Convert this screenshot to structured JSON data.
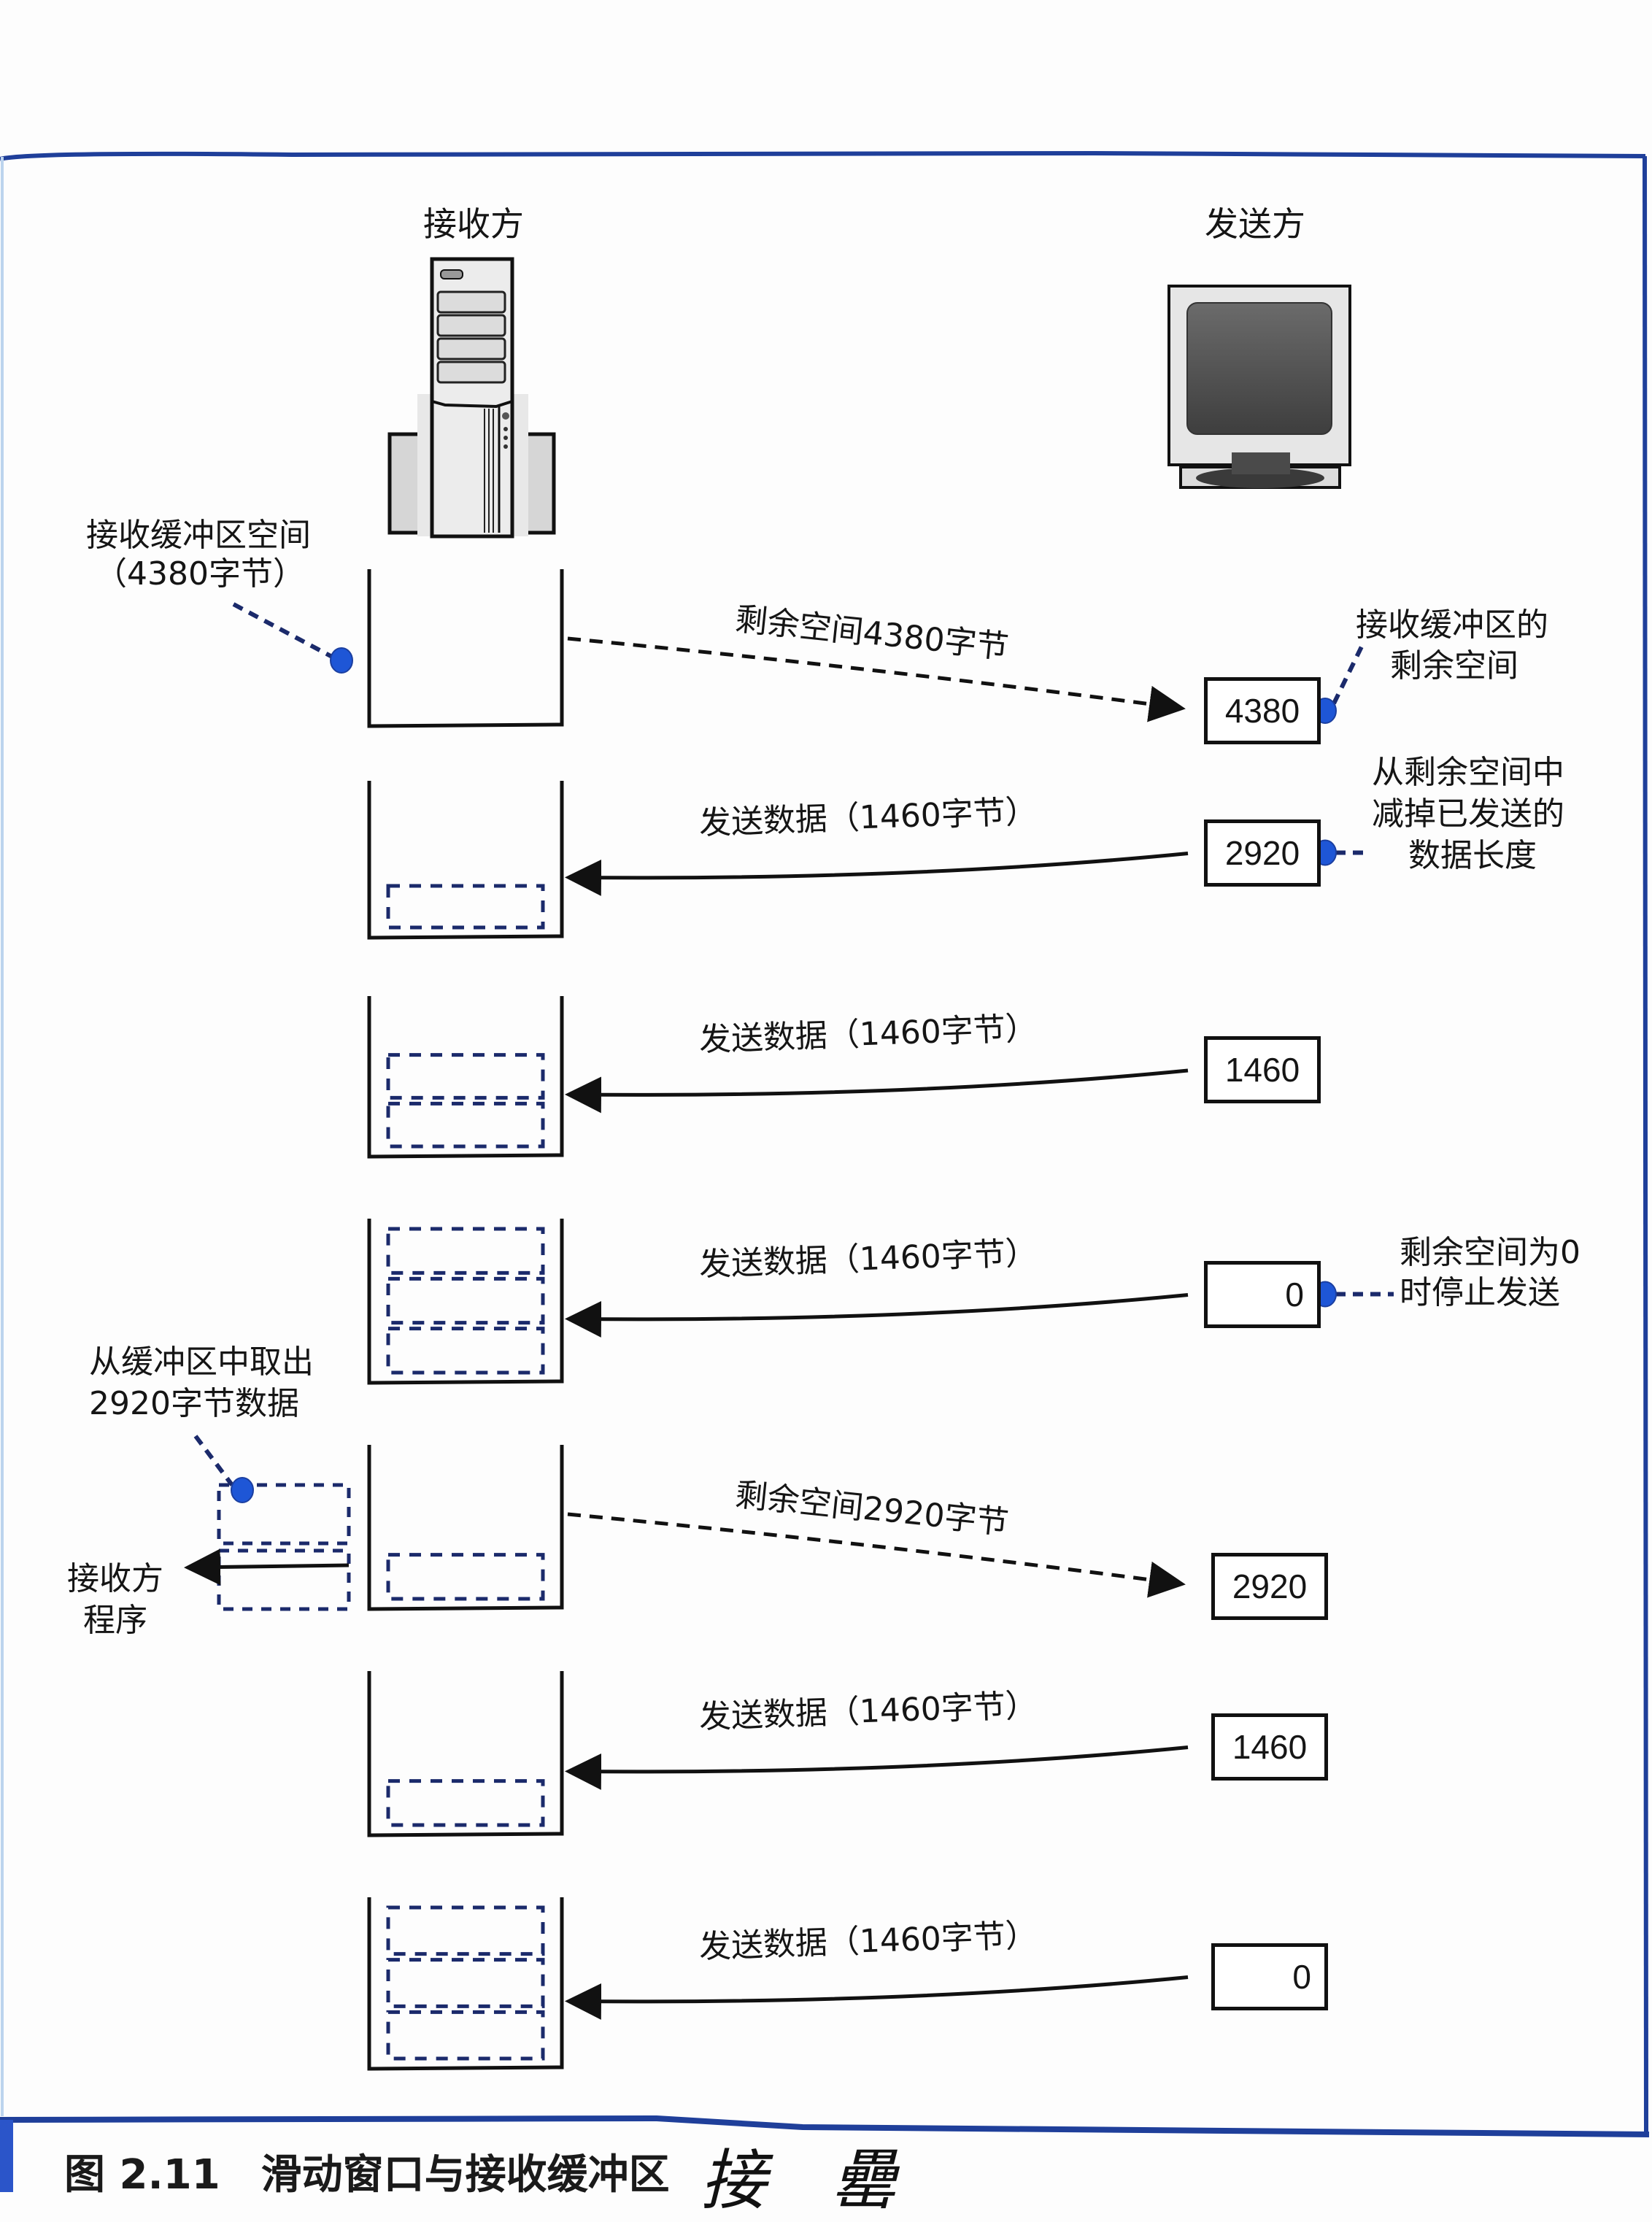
{
  "figure": {
    "caption_number": "图 2.11",
    "caption_title": "滑动窗口与接收缓冲区",
    "handwritten_note": "接 罍",
    "border_color": "#1f3f9a",
    "accent_color": "#1e56d6",
    "dash_color": "#1b2a6b"
  },
  "receiver": {
    "title": "接收方",
    "icon": "server-tower-icon"
  },
  "sender": {
    "title": "发送方",
    "icon": "crt-monitor-icon"
  },
  "annotations": {
    "buffer_space": [
      "接收缓冲区空间",
      "（4380字节）"
    ],
    "remaining_space_of_buffer": [
      "接收缓冲区的",
      "剩余空间"
    ],
    "subtract_sent": [
      "从剩余空间中",
      "减掉已发送的",
      "数据长度"
    ],
    "stop_when_zero": [
      "剩余空间为0",
      "时停止发送"
    ],
    "take_from_buffer": [
      "从缓冲区中取出",
      "2920字节数据"
    ],
    "receiver_program": [
      "接收方",
      "程序"
    ]
  },
  "steps": [
    {
      "buffer_segments": 0,
      "arrow_direction": "to-sender",
      "arrow_style": "dashed",
      "message": "剩余空间4380字节",
      "window_value": "4380"
    },
    {
      "buffer_segments": 1,
      "arrow_direction": "to-receiver",
      "arrow_style": "solid",
      "message": "发送数据（1460字节）",
      "window_value": "2920"
    },
    {
      "buffer_segments": 2,
      "arrow_direction": "to-receiver",
      "arrow_style": "solid",
      "message": "发送数据（1460字节）",
      "window_value": "1460"
    },
    {
      "buffer_segments": 3,
      "arrow_direction": "to-receiver",
      "arrow_style": "solid",
      "message": "发送数据（1460字节）",
      "window_value": "0"
    },
    {
      "buffer_segments": 1,
      "arrow_direction": "to-sender",
      "arrow_style": "dashed",
      "message": "剩余空间2920字节",
      "window_value": "2920",
      "removed_segments": 2
    },
    {
      "buffer_segments": 1,
      "arrow_direction": "to-receiver",
      "arrow_style": "solid",
      "message": "发送数据（1460字节）",
      "window_value": "1460"
    },
    {
      "buffer_segments": 3,
      "arrow_direction": "to-receiver",
      "arrow_style": "solid",
      "message": "发送数据（1460字节）",
      "window_value": "0"
    }
  ],
  "buffer_capacity_segments": 3,
  "segment_size_bytes": 1460,
  "buffer_size_bytes": 4380
}
